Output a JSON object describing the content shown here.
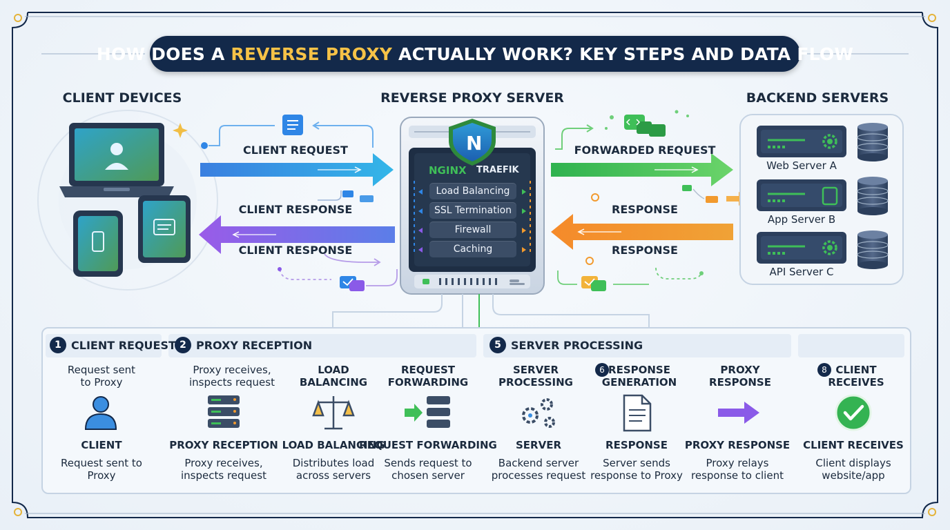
{
  "title": {
    "part1": "HOW DOES A ",
    "highlight": "REVERSE PROXY",
    "part2": " ACTUALLY WORK? KEY STEPS AND DATA FLOW"
  },
  "sections": {
    "client": "CLIENT DEVICES",
    "proxy": "REVERSE PROXY SERVER",
    "backend": "BACKEND SERVERS"
  },
  "flows": {
    "client_request": "CLIENT REQUEST",
    "client_response_1": "CLIENT RESPONSE",
    "client_response_2": "CLIENT RESPONSE",
    "forwarded_request": "FORWARDED REQUEST",
    "response_1": "RESPONSE",
    "response_2": "RESPONSE"
  },
  "proxy": {
    "brand_nginx": "NGINX",
    "brand_traefik": "TRAEFIK",
    "shield_letter": "N",
    "features": [
      "Load Balancing",
      "SSL Termination",
      "Firewall",
      "Caching"
    ]
  },
  "servers": [
    "Web Server A",
    "App Server B",
    "API Server C"
  ],
  "steps": {
    "heads": [
      {
        "num": "1",
        "label": "CLIENT REQUEST"
      },
      {
        "num": "2",
        "label": "PROXY RECEPTION"
      },
      {
        "num": "5",
        "label": "SERVER PROCESSING"
      }
    ],
    "columns": [
      {
        "top": "Request sent\nto Proxy",
        "top_bold": false,
        "badge": "",
        "name": "CLIENT",
        "desc": "Request sent to\nProxy",
        "icon": "user-icon"
      },
      {
        "top": "Proxy receives,\ninspects request",
        "top_bold": false,
        "badge": "",
        "name": "PROXY RECEPTION",
        "desc": "Proxy receives,\ninspects request",
        "icon": "server-stack-icon"
      },
      {
        "top": "LOAD\nBALANCING",
        "top_bold": true,
        "badge": "",
        "name": "LOAD BALANCING",
        "desc": "Distributes load\nacross servers",
        "icon": "scale-icon"
      },
      {
        "top": "REQUEST\nFORWARDING",
        "top_bold": true,
        "badge": "",
        "name": "REQUEST FORWARDING",
        "desc": "Sends request to\nchosen server",
        "icon": "forward-arrow-icon"
      },
      {
        "top": "SERVER\nPROCESSING",
        "top_bold": true,
        "badge": "",
        "name": "SERVER",
        "desc": "Backend server\nprocesses request",
        "icon": "gears-icon"
      },
      {
        "top": "RESPONSE\nGENERATION",
        "top_bold": true,
        "badge": "6",
        "name": "RESPONSE",
        "desc": "Server sends\nresponse to Proxy",
        "icon": "document-icon"
      },
      {
        "top": "PROXY\nRESPONSE",
        "top_bold": true,
        "badge": "",
        "name": "PROXY RESPONSE",
        "desc": "Proxy relays\nresponse to client",
        "icon": "purple-arrow-icon"
      },
      {
        "top": "CLIENT\nRECEIVES",
        "top_bold": true,
        "badge": "8",
        "name": "CLIENT RECEIVES",
        "desc": "Client displays\nwebsite/app",
        "icon": "check-circle-icon"
      }
    ]
  },
  "colors": {
    "navy": "#13294a",
    "highlight": "#f6c247",
    "request_blue": "#2f86e6",
    "response_purple": "#8a5ae8",
    "forward_green": "#3fbf58",
    "response_orange": "#f29a2e"
  }
}
